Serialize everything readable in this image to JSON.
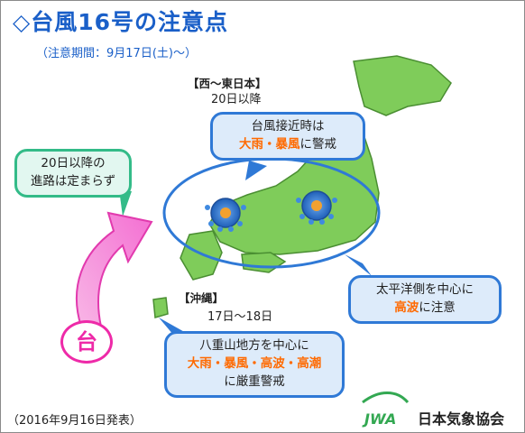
{
  "title": "◇台風16号の注意点",
  "subtitle": "（注意期間：9月17日(土)〜）",
  "regions": {
    "east_west": {
      "label": "【西〜東日本】",
      "date": "20日以降"
    },
    "okinawa": {
      "label": "【沖縄】",
      "date": "17日〜18日"
    }
  },
  "callouts": {
    "approach": {
      "line1": "台風接近時は",
      "line2_highlight": "大雨・暴風",
      "line2_rest": "に警戒"
    },
    "path": {
      "line1": "20日以降の",
      "line2": "進路は定まらず"
    },
    "pacific": {
      "line1": "太平洋側を中心に",
      "line2_highlight": "高波",
      "line2_rest": "に注意"
    },
    "yaeyama": {
      "line1": "八重山地方を中心に",
      "line2_highlight": "大雨・暴風・高波・高潮",
      "line3": "に厳重警戒"
    }
  },
  "typhoon_symbol": "台",
  "icons": [
    "rain-wind-icon",
    "rain-wind-icon"
  ],
  "footer_note": "（2016年9月16日発表）",
  "organization": "日本気象協会",
  "logo_text": "JWA",
  "colors": {
    "title": "#1a5fc8",
    "highlight": "#ff6a00",
    "callout_border": "#2f79d6",
    "path_border": "#33bb88",
    "typhoon_pink": "#ee2aa8",
    "land": "#7fcc5a"
  }
}
